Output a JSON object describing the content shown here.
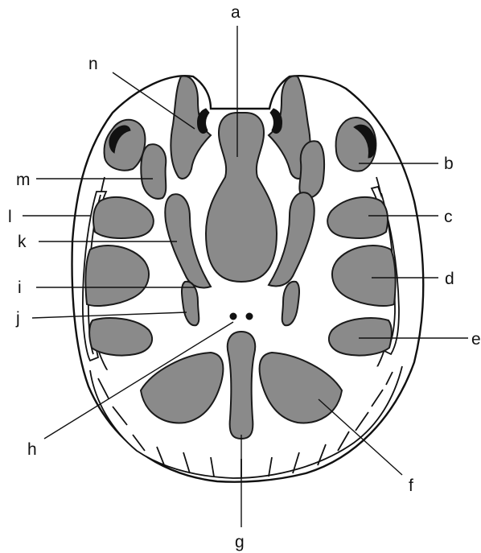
{
  "labels": {
    "a": "a",
    "b": "b",
    "c": "c",
    "d": "d",
    "e": "e",
    "f": "f",
    "g": "g",
    "h": "h",
    "i": "i",
    "j": "j",
    "k": "k",
    "l": "l",
    "m": "m",
    "n": "n"
  },
  "colors": {
    "tissue": "#8a8a8a",
    "outline": "#111111",
    "background": "#ffffff"
  }
}
